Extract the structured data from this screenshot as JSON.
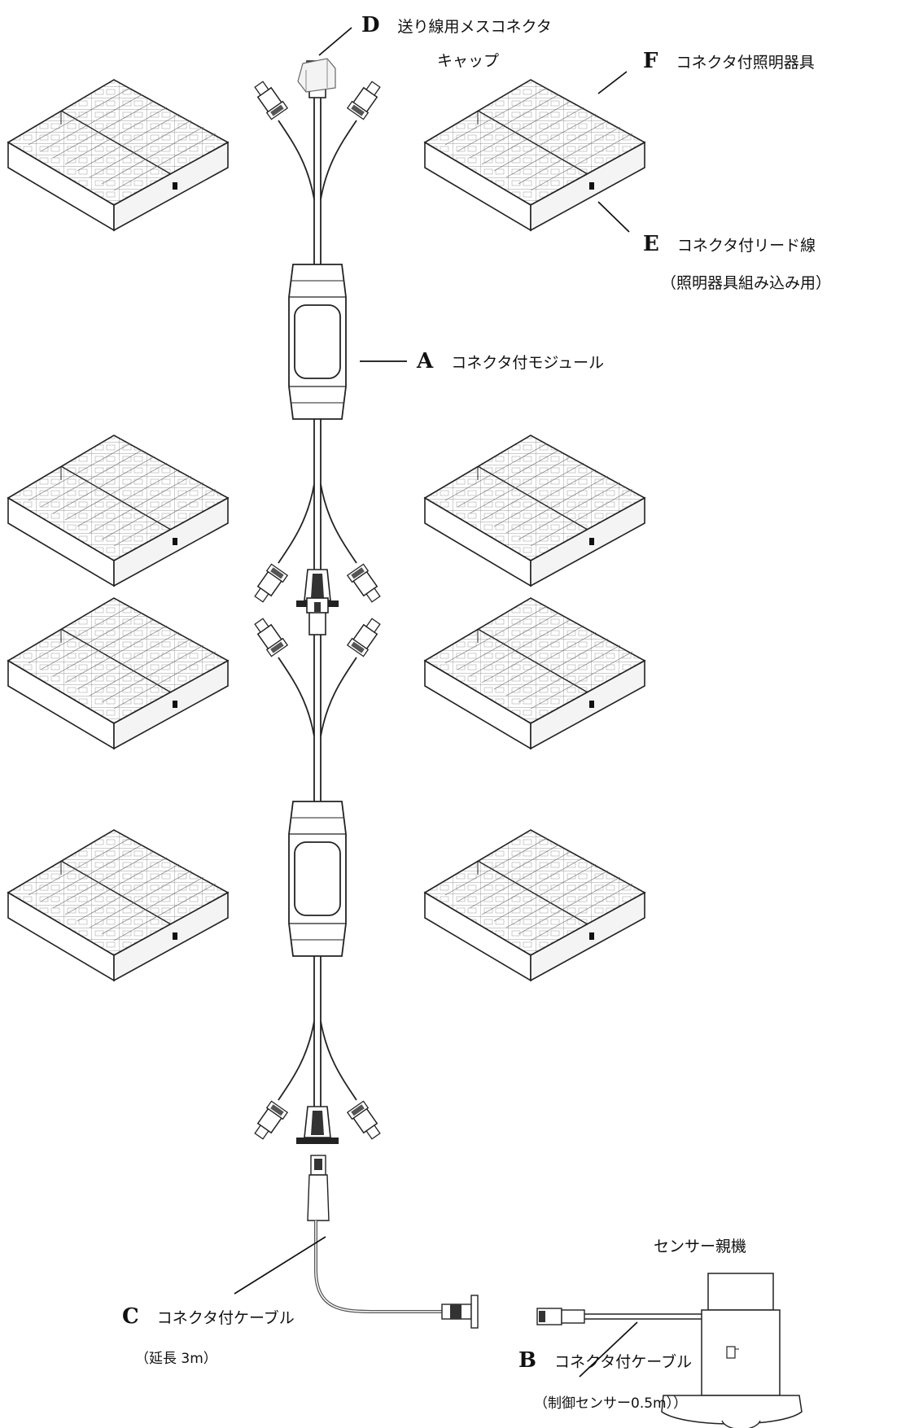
{
  "labels": {
    "A": {
      "letter": "A",
      "text": "コネクタ付モジュール"
    },
    "B": {
      "letter": "B",
      "text": "コネクタ付ケーブル",
      "note": "（制御センサー0.5m））"
    },
    "C": {
      "letter": "C",
      "text": "コネクタ付ケーブル",
      "note": "（延長 3m）"
    },
    "D": {
      "letter": "D",
      "text": "送り線用メスコネクタ",
      "text2": "キャップ"
    },
    "E": {
      "letter": "E",
      "text": "コネクタ付リード線",
      "note": "（照明器具組み込み用）"
    },
    "F": {
      "letter": "F",
      "text": "コネクタ付照明器具"
    }
  },
  "sensor_label": "センサー親機"
}
